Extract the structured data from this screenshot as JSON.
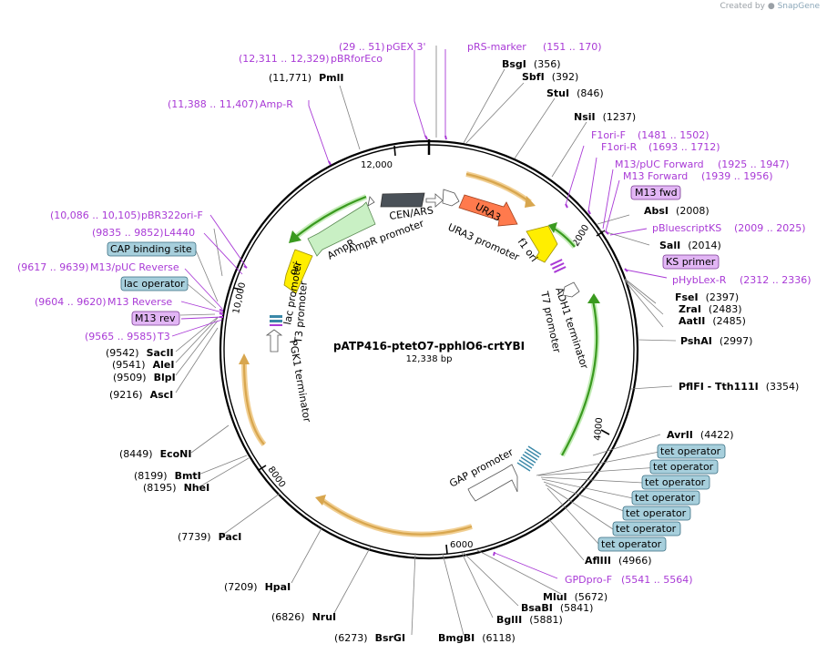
{
  "credit": {
    "prefix": "Created by",
    "brand": "SnapGene"
  },
  "plasmid": {
    "name": "pATP416-ptetO7-pphlO6-crtYBI",
    "length_label": "12,338 bp",
    "length": 12338
  },
  "ticks": [
    {
      "label": "12,000",
      "pos": 12000
    },
    {
      "label": "2000",
      "pos": 2000
    },
    {
      "label": "4000",
      "pos": 4000
    },
    {
      "label": "6000",
      "pos": 6000
    },
    {
      "label": "8000",
      "pos": 8000
    },
    {
      "label": "10,000",
      "pos": 10000
    }
  ],
  "sites": [
    {
      "name": "BsgI",
      "pos_label": "(356)",
      "pos": 356
    },
    {
      "name": "SbfI",
      "pos_label": "(392)",
      "pos": 392
    },
    {
      "name": "StuI",
      "pos_label": "(846)",
      "pos": 846
    },
    {
      "name": "NsiI",
      "pos_label": "(1237)",
      "pos": 1237
    },
    {
      "name": "AbsI",
      "pos_label": "(2008)",
      "pos": 2008
    },
    {
      "name": "SalI",
      "pos_label": "(2014)",
      "pos": 2014
    },
    {
      "name": "FseI",
      "pos_label": "(2397)",
      "pos": 2397
    },
    {
      "name": "ZraI",
      "pos_label": "(2483)",
      "pos": 2483
    },
    {
      "name": "AatII",
      "pos_label": "(2485)",
      "pos": 2485
    },
    {
      "name": "PshAI",
      "pos_label": "(2997)",
      "pos": 2997
    },
    {
      "name": "PflFI - Tth111I",
      "pos_label": "(3354)",
      "pos": 3354
    },
    {
      "name": "AvrII",
      "pos_label": "(4422)",
      "pos": 4422
    },
    {
      "name": "AflIII",
      "pos_label": "(4966)",
      "pos": 4966
    },
    {
      "name": "MluI",
      "pos_label": "(5672)",
      "pos": 5672
    },
    {
      "name": "BsaBI",
      "pos_label": "(5841)",
      "pos": 5841
    },
    {
      "name": "BglII",
      "pos_label": "(5881)",
      "pos": 5881
    },
    {
      "name": "BmgBI",
      "pos_label": "(6118)",
      "pos": 6118
    },
    {
      "name": "BsrGI",
      "pos_label": "(6273)",
      "pos": 6273
    },
    {
      "name": "NruI",
      "pos_label": "(6826)",
      "pos": 6826
    },
    {
      "name": "HpaI",
      "pos_label": "(7209)",
      "pos": 7209
    },
    {
      "name": "PacI",
      "pos_label": "(7739)",
      "pos": 7739
    },
    {
      "name": "NheI",
      "pos_label": "(8195)",
      "pos": 8195
    },
    {
      "name": "BmtI",
      "pos_label": "(8199)",
      "pos": 8199
    },
    {
      "name": "EcoNI",
      "pos_label": "(8449)",
      "pos": 8449
    },
    {
      "name": "AscI",
      "pos_label": "(9216)",
      "pos": 9216
    },
    {
      "name": "BlpI",
      "pos_label": "(9509)",
      "pos": 9509
    },
    {
      "name": "AleI",
      "pos_label": "(9541)",
      "pos": 9541
    },
    {
      "name": "SacII",
      "pos_label": "(9542)",
      "pos": 9542
    },
    {
      "name": "PmlI",
      "pos_label": "(11,771)",
      "pos": 11771
    }
  ],
  "primers": [
    {
      "name": "pGEX 3'",
      "range": "(29 .. 51)"
    },
    {
      "name": "pRS-marker",
      "range": "(151 .. 170)"
    },
    {
      "name": "pBRforEco",
      "range": "(12,311 .. 12,329)"
    },
    {
      "name": "Amp-R",
      "range": "(11,388 .. 11,407)"
    },
    {
      "name": "F1ori-F",
      "range": "(1481 .. 1502)"
    },
    {
      "name": "F1ori-R",
      "range": "(1693 .. 1712)"
    },
    {
      "name": "M13/pUC Forward",
      "range": "(1925 .. 1947)"
    },
    {
      "name": "M13 Forward",
      "range": "(1939 .. 1956)"
    },
    {
      "name": "pBluescriptKS",
      "range": "(2009 .. 2025)"
    },
    {
      "name": "pHybLex-R",
      "range": "(2312 .. 2336)"
    },
    {
      "name": "GPDpro-F",
      "range": "(5541 .. 5564)"
    },
    {
      "name": "pBR322ori-F",
      "range": "(10,086 .. 10,105)"
    },
    {
      "name": "L4440",
      "range": "(9835 .. 9852)"
    },
    {
      "name": "M13/pUC Reverse",
      "range": "(9617 .. 9639)"
    },
    {
      "name": "M13 Reverse",
      "range": "(9604 .. 9620)"
    },
    {
      "name": "T3",
      "range": "(9565 .. 9585)"
    }
  ],
  "boxed_labels": [
    {
      "text": "M13 fwd",
      "kind": "primer"
    },
    {
      "text": "KS primer",
      "kind": "primer"
    },
    {
      "text": "M13 rev",
      "kind": "primer"
    },
    {
      "text": "CAP binding site",
      "kind": "protein-bind"
    },
    {
      "text": "lac operator",
      "kind": "protein-bind"
    },
    {
      "text": "tet operator",
      "kind": "protein-bind"
    }
  ],
  "features": [
    {
      "name": "CEN/ARS"
    },
    {
      "name": "AmpR promoter"
    },
    {
      "name": "AmpR"
    },
    {
      "name": "ori"
    },
    {
      "name": "lac promoter"
    },
    {
      "name": "T3 promoter"
    },
    {
      "name": "PGK1 terminator"
    },
    {
      "name": "URA3"
    },
    {
      "name": "URA3 promoter"
    },
    {
      "name": "f1 ori"
    },
    {
      "name": "ADH1 terminator"
    },
    {
      "name": "T7 promoter"
    },
    {
      "name": "GAP promoter"
    }
  ],
  "colors": {
    "backbone": "#000000",
    "primer": "#a93ad6",
    "primer_box": "#e2b6f5",
    "protein_bind_box": "#a7cfdc",
    "cds_green": "#3a9a1f",
    "cds_orange": "#d8a64e",
    "ampr": "#c9f0c4",
    "cen_ars": "#4a5158",
    "ori": "#ffee00",
    "ura3": "#ff7a4d",
    "f1ori": "#ffee00",
    "promoter": "#ffffff"
  }
}
